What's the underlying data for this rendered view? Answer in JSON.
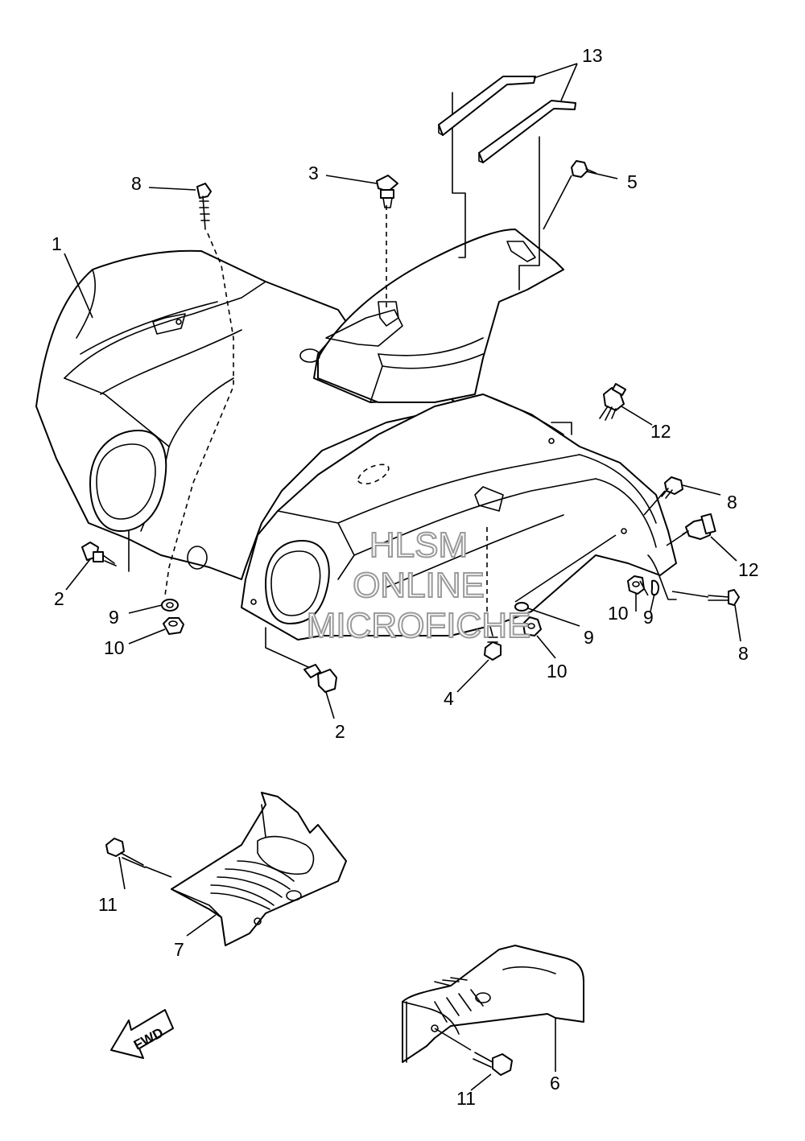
{
  "callouts": {
    "c1": "1",
    "c2a": "2",
    "c2b": "2",
    "c3": "3",
    "c4": "4",
    "c5": "5",
    "c6": "6",
    "c7": "7",
    "c8a": "8",
    "c8b": "8",
    "c8c": "8",
    "c9a": "9",
    "c9b": "9",
    "c9c": "9",
    "c10a": "10",
    "c10b": "10",
    "c10c": "10",
    "c11a": "11",
    "c11b": "11",
    "c12a": "12",
    "c12b": "12",
    "c13": "13"
  },
  "watermark": {
    "line1": "HLSM",
    "line2": "ONLINE",
    "line3": "MICROFICHE"
  },
  "direction_arrow": {
    "label": "FWD",
    "icon": "fwd-arrow-icon"
  }
}
